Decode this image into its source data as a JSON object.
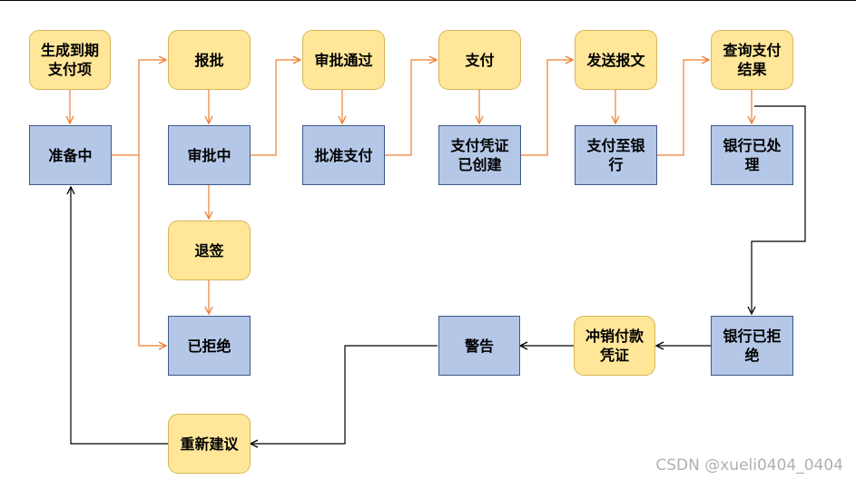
{
  "colors": {
    "action_fill": "#ffe699",
    "state_fill": "#b4c7e7",
    "flow_arrow": "#ed7d31",
    "exception_arrow": "#000000"
  },
  "nodes": {
    "generate_due_payment": "生成到期支付项",
    "preparing": "准备中",
    "submit_approval": "报批",
    "under_approval": "审批中",
    "return_sign": "退签",
    "rejected": "已拒绝",
    "approval_passed": "审批通过",
    "approved_payment": "批准支付",
    "pay": "支付",
    "voucher_created": "支付凭证已创建",
    "send_message": "发送报文",
    "paid_to_bank": "支付至银行",
    "query_result": "查询支付结果",
    "bank_processed": "银行已处理",
    "bank_rejected": "银行已拒绝",
    "reverse_voucher": "冲销付款凭证",
    "warning": "警告",
    "re_suggest": "重新建议"
  },
  "watermark": "CSDN @xueli0404_0404"
}
